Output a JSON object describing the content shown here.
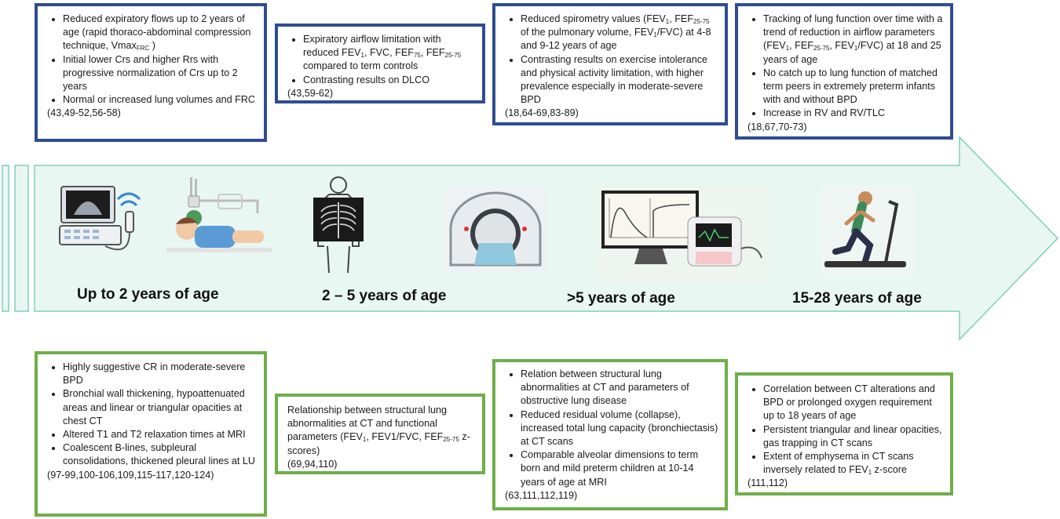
{
  "stages": [
    {
      "label": "Up to 2 years of age"
    },
    {
      "label": "2 – 5 years of age"
    },
    {
      "label": ">5 years of age"
    },
    {
      "label": "15-28 years of age"
    }
  ],
  "function_boxes": [
    {
      "items": [
        [
          "Reduced expiratory flows up to 2 years of age (rapid thoraco-abdominal compression technique, Vmax",
          {
            "sub": "FRC"
          },
          " )"
        ],
        [
          "Initial lower Crs and higher Rrs with progressive normalization of Crs up to 2 years"
        ],
        [
          "Normal or increased lung volumes and FRC"
        ]
      ],
      "ref": "(43,49-52,56-58)"
    },
    {
      "items": [
        [
          "Expiratory airflow limitation with reduced FEV",
          {
            "sub": "1"
          },
          ", FVC, FEF",
          {
            "sub": "75"
          },
          ", FEF",
          {
            "sub": "25-75"
          },
          " compared to term controls"
        ],
        [
          "Contrasting results on DLCO"
        ]
      ],
      "ref": "(43,59-62)"
    },
    {
      "items": [
        [
          "Reduced spirometry values (FEV",
          {
            "sub": "1"
          },
          ", FEF",
          {
            "sub": "25-75"
          },
          " of the pulmonary volume, FEV",
          {
            "sub": "1"
          },
          "/FVC) at 4-8 and 9-12 years of age"
        ],
        [
          "Contrasting results on exercise intolerance and physical activity limitation, with higher prevalence especially in moderate-severe BPD"
        ]
      ],
      "ref": "(18,64-69,83-89)"
    },
    {
      "items": [
        [
          "Tracking of lung function over time with a trend of reduction in airflow parameters (FEV",
          {
            "sub": "1"
          },
          ", FEF",
          {
            "sub": "25-75"
          },
          ", FEV",
          {
            "sub": "1"
          },
          "/FVC) at 18 and 25 years of age"
        ],
        [
          "No catch up to lung function of matched term peers in extremely preterm infants with and without BPD"
        ],
        [
          "Increase in RV and RV/TLC"
        ]
      ],
      "ref": "(18,67,70-73)"
    }
  ],
  "imaging_boxes": [
    {
      "items": [
        [
          "Highly suggestive CR in moderate-severe BPD"
        ],
        [
          "Bronchial wall thickening, hypoattenuated areas and linear or triangular opacities at chest CT"
        ],
        [
          "Altered T1 and T2 relaxation times at MRI"
        ],
        [
          "Coalescent B-lines, subpleural consolidations, thickened pleural lines at LU"
        ]
      ],
      "ref": "(97-99,100-106,109,115-117,120-124)"
    },
    {
      "paragraph": [
        "Relationship between structural lung abnormalities at CT and functional parameters (FEV",
        {
          "sub": "1"
        },
        ", FEV1/FVC, FEF",
        {
          "sub": "25-75"
        },
        " z-scores)"
      ],
      "ref": "(69,94,110)"
    },
    {
      "items": [
        [
          "Relation between structural lung abnormalities at CT and parameters of obstructive lung disease"
        ],
        [
          "Reduced residual volume (collapse), increased total lung capacity (bronchiectasis) at CT scans"
        ],
        [
          "Comparable alveolar dimensions to term born and mild preterm children at 10-14 years of age at MRI"
        ]
      ],
      "ref": "(63,111,112,119)"
    },
    {
      "items": [
        [
          "Correlation between CT alterations and BPD or prolonged oxygen requirement up to 18 years of age"
        ],
        [
          "Persistent triangular and linear opacities, gas trapping in CT scans"
        ],
        [
          "Extent of emphysema in CT scans inversely related to FEV",
          {
            "sub": "1"
          },
          " z-score"
        ]
      ],
      "ref": "(111,112)"
    }
  ],
  "colors": {
    "function_border": "#2f4d8f",
    "imaging_border": "#6fae4a",
    "arrow_fill": "#e8f7f2",
    "arrow_stroke": "#7fd0b7"
  }
}
